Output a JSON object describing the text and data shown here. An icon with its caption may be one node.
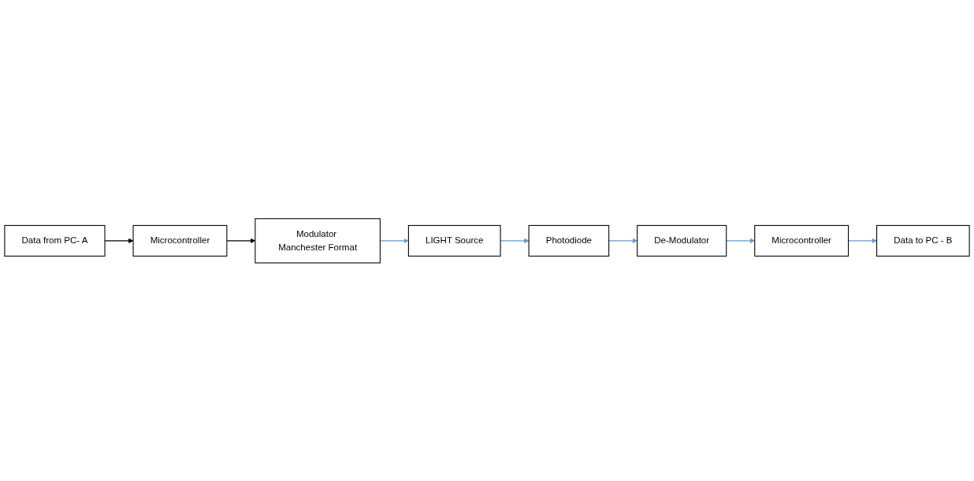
{
  "diagram": {
    "nodes": [
      {
        "text": [
          "Microcontroller"
        ]
      },
      {
        "text": [
          "Modulator Manchester Format"
        ]
      },
      {
        "text": [
          "LIGHT Source"
        ]
      },
      {
        "text": [
          "Data from PC- A"
        ]
      },
      {
        "text": [
          "Microcontroller"
        ]
      },
      {
        "text": [
          "De-Modulator"
        ]
      },
      {
        "text": [
          "Photodiode"
        ]
      },
      {
        "text": [
          "Data to PC - B"
        ]
      }
    ],
    "edges": [
      {
        "from": 3,
        "to": 0,
        "arrow": "to",
        "color": "#000000"
      },
      {
        "from": 0,
        "to": 1,
        "arrow": "to",
        "color": "#000000"
      },
      {
        "from": 1,
        "to": 2,
        "arrow": "to"
      },
      {
        "from": 2,
        "to": 6,
        "arrow": "to"
      },
      {
        "from": 6,
        "to": 5,
        "arrow": "to"
      },
      {
        "from": 5,
        "to": 4,
        "arrow": "to"
      },
      {
        "from": 4,
        "to": 7,
        "arrow": "to"
      }
    ]
  }
}
